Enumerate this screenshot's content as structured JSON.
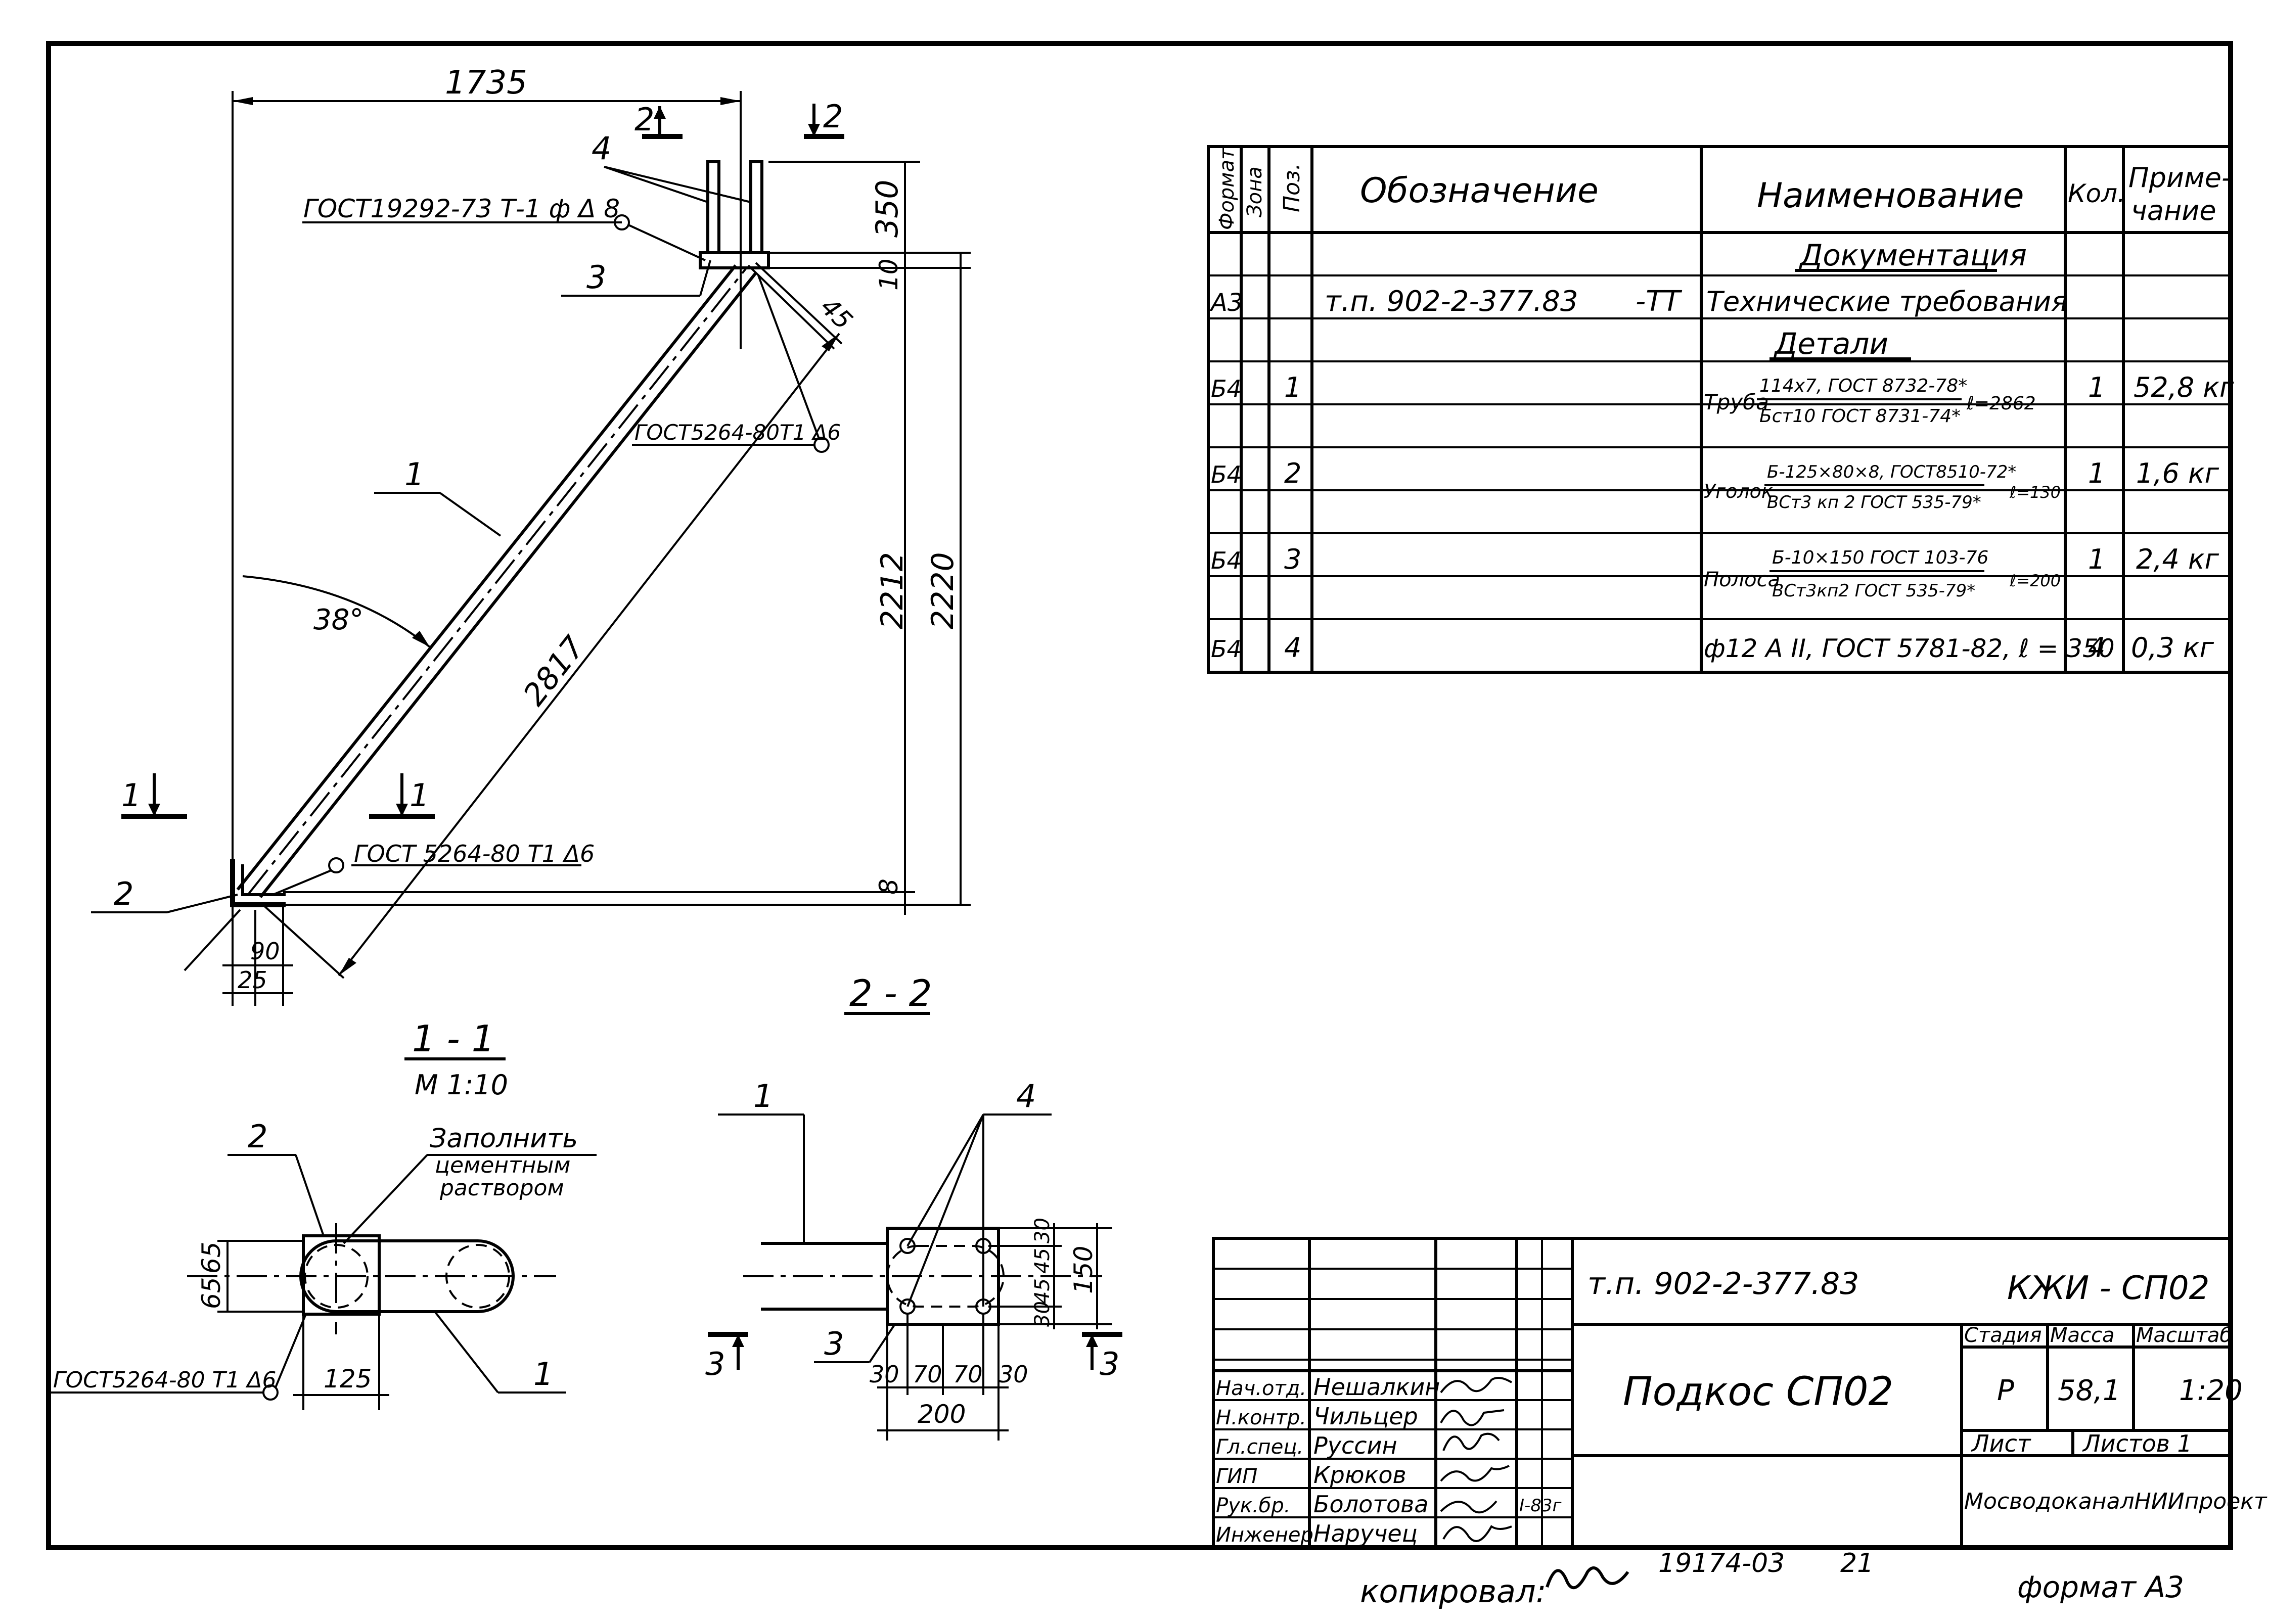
{
  "elevation": {
    "dim_1735": "1735",
    "dim_350": "350",
    "dim_10": "10",
    "dim_45": "45",
    "dim_2212": "2212",
    "dim_2220": "2220",
    "dim_2817": "2817",
    "dim_8": "8",
    "dim_90": "90",
    "dim_25": "25",
    "angle": "38°",
    "pos1": "1",
    "pos2": "2",
    "pos3": "3",
    "pos4": "4",
    "weld_top": "ГОСТ19292-73 Т-1 ф Δ 8",
    "weld_mid": "ГОСТ5264-80Т1 Δ6",
    "weld_bottom": "ГОСТ 5264-80  Т1 Δ6",
    "cut_1_left": "1",
    "cut_1_mid": "1",
    "cut_2_a": "2",
    "cut_2_b": "2"
  },
  "section11": {
    "title": "1 - 1",
    "scale": "М 1:10",
    "note_line1": "Заполнить",
    "note_line2": "цементным",
    "note_line3": "раствором",
    "pos2": "2",
    "pos1": "1",
    "dim_65a": "65",
    "dim_65b": "65",
    "dim_125": "125",
    "weld": "ГОСТ5264-80 Т1 Δ6"
  },
  "section22": {
    "title": "2 - 2",
    "pos1": "1",
    "pos4": "4",
    "pos3": "3",
    "cut3_left": "3",
    "cut3_right": "3",
    "dims_bottom": [
      "30",
      "70",
      "70",
      "30"
    ],
    "dim_200": "200",
    "dims_right": [
      "30",
      "45",
      "45",
      "30"
    ],
    "dim_150": "150"
  },
  "spec_table": {
    "headers": {
      "format": "Формат",
      "zone": "Зона",
      "pos": "Поз.",
      "designation": "Обозначение",
      "name": "Наименование",
      "qty": "Кол.",
      "note_line1": "Приме-",
      "note_line2": "чание"
    },
    "section_docs": "Документация",
    "section_parts": "Детали",
    "doc_row": {
      "format": "А3",
      "designation": "т.п. 902-2-377.83",
      "suffix": "-ТТ",
      "name": "Технические требования"
    },
    "rows": [
      {
        "format": "Б4",
        "pos": "1",
        "label": "Труба",
        "num": "114х7, ГОСТ 8732-78*",
        "den": "Бст10 ГОСТ 8731-74*",
        "len": "ℓ=2862",
        "qty": "1",
        "note": "52,8 кг"
      },
      {
        "format": "Б4",
        "pos": "2",
        "label": "Уголок",
        "num": "Б-125×80×8, ГОСТ8510-72*",
        "den": "ВСт3 кп 2 ГОСТ 535-79*",
        "len": "ℓ=130",
        "qty": "1",
        "note": "1,6 кг"
      },
      {
        "format": "Б4",
        "pos": "3",
        "label": "Полоса",
        "num": "Б-10×150  ГОСТ 103-76",
        "den": "ВСт3кп2 ГОСТ 535-79*",
        "len": "ℓ=200",
        "qty": "1",
        "note": "2,4 кг"
      },
      {
        "format": "Б4",
        "pos": "4",
        "label": "ф12 А II, ГОСТ 5781-82, ℓ = 350",
        "num": "",
        "den": "",
        "len": "",
        "qty": "4",
        "note": "0,3 кг"
      }
    ]
  },
  "title_block": {
    "project_code": "т.п. 902-2-377.83",
    "sheet_code": "КЖИ - СП02",
    "title": "Подкос   СП02",
    "stage_label": "Стадия",
    "mass_label": "Масса",
    "scale_label": "Масштаб",
    "stage_value": "Р",
    "mass_value": "58,1",
    "scale_value": "1:20",
    "sheet_label": "Лист",
    "sheets_label": "Листов 1",
    "organization": "МосводоканалНИИпроект",
    "date_value": "I-83г",
    "staff": [
      {
        "role": "Нач.отд.",
        "name": "Нешалкин"
      },
      {
        "role": "Н.контр.",
        "name": "Чильцер"
      },
      {
        "role": "Гл.спец.",
        "name": "Руссин"
      },
      {
        "role": "ГИП",
        "name": "Крюков"
      },
      {
        "role": "Рук.бр.",
        "name": "Болотова"
      },
      {
        "role": "Инженер",
        "name": "Наручец"
      }
    ]
  },
  "footer": {
    "copied": "копировал:",
    "inv_number": "19174-03",
    "sheet_no": "21",
    "format": "формат А3"
  }
}
